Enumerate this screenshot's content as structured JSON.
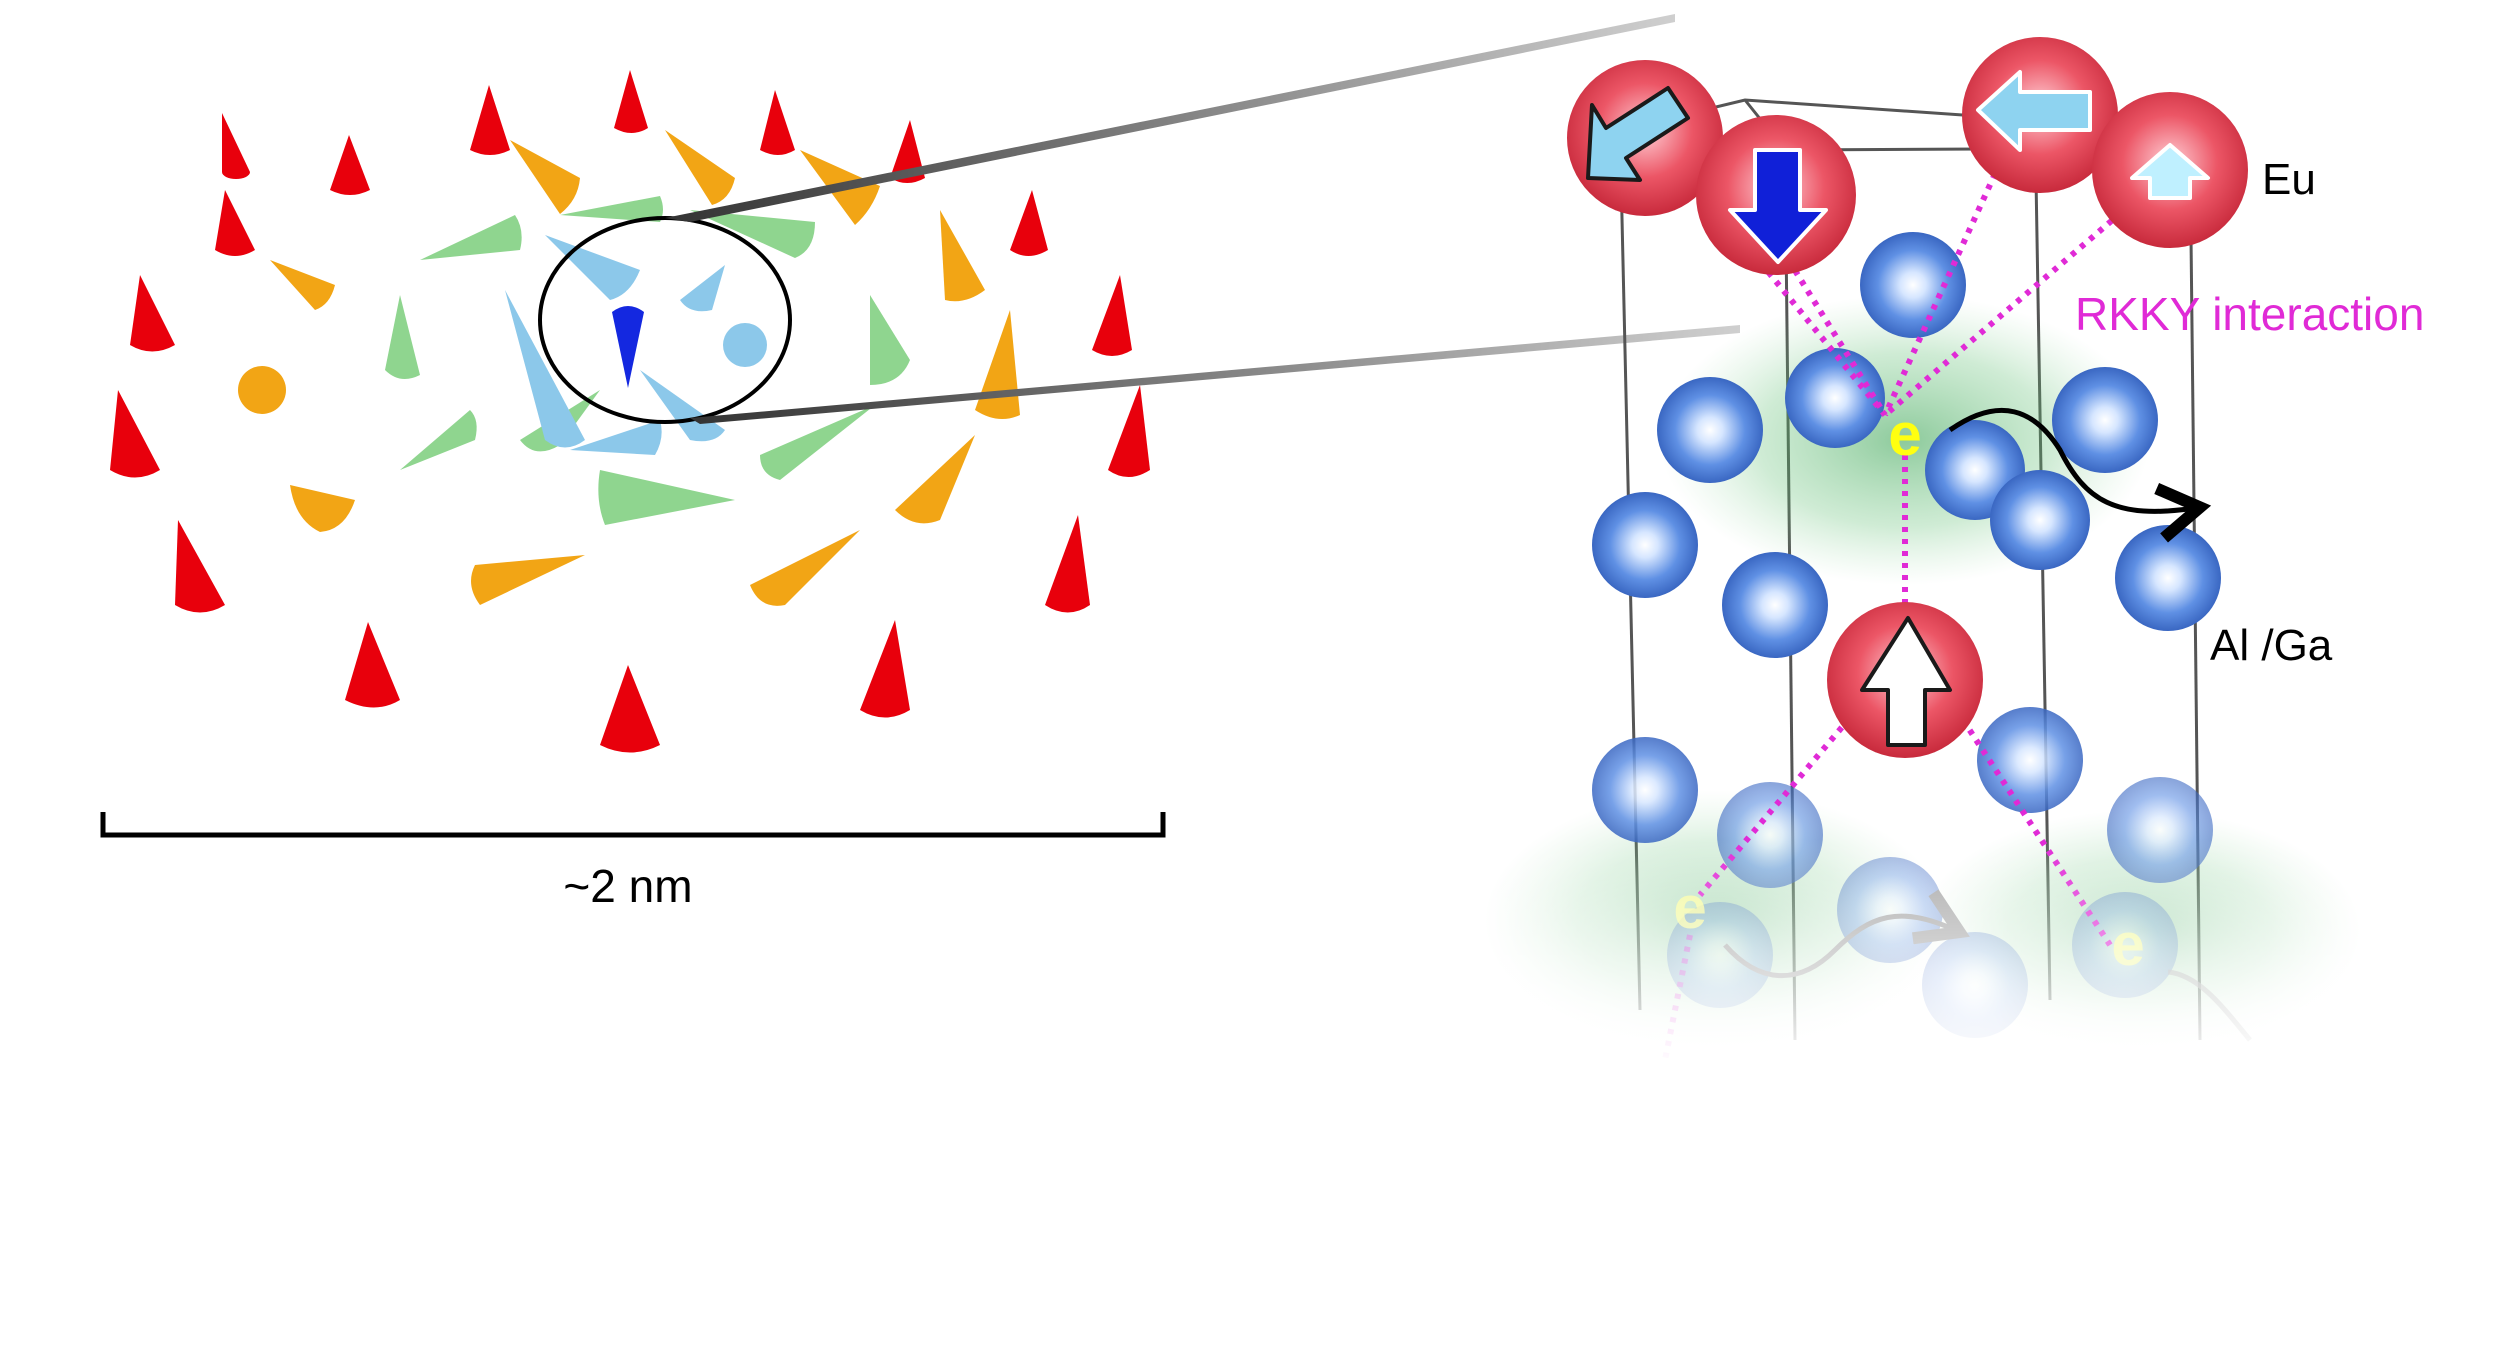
{
  "labels": {
    "scale": "~2 nm",
    "eu": "Eu",
    "rkky": "RKKY interaction",
    "alga": "Al /Ga",
    "electron": "e"
  },
  "colors": {
    "spin_red": "#e8000c",
    "spin_orange": "#f2a515",
    "spin_green": "#8fd58f",
    "spin_lightblue": "#8cc8ea",
    "spin_core": "#1428e0",
    "eu_atom": "#e8505f",
    "al_ga_atom": "#4a78d0",
    "rkky_line": "#e02ad6",
    "electron_text": "#ffff10",
    "electron_cloud": "#3fae5a",
    "eu_spin_down_arrow": "#1020d8",
    "eu_spin_tilt_arrow": "#8ed3f0",
    "eu_spin_up_arrow": "#ffffff"
  },
  "icons": [
    "skyrmion-spin-texture",
    "magnifier-circle",
    "eu-atom-spin-arrow",
    "al-ga-atom",
    "conduction-electron",
    "electron-motion-arrow"
  ]
}
